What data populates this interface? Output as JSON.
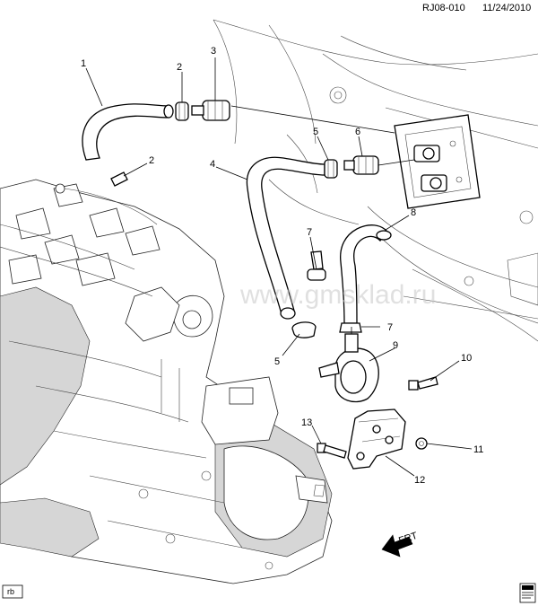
{
  "header": {
    "code": "RJ08-010",
    "date": "11/24/2010"
  },
  "watermark": "www.gmsklad.ru",
  "footer": {
    "tag": "rb"
  },
  "direction": {
    "label": "FRT"
  },
  "callouts": [
    "1",
    "2",
    "3",
    "2",
    "4",
    "5",
    "6",
    "7",
    "8",
    "7",
    "5",
    "9",
    "10",
    "11",
    "12",
    "13"
  ]
}
